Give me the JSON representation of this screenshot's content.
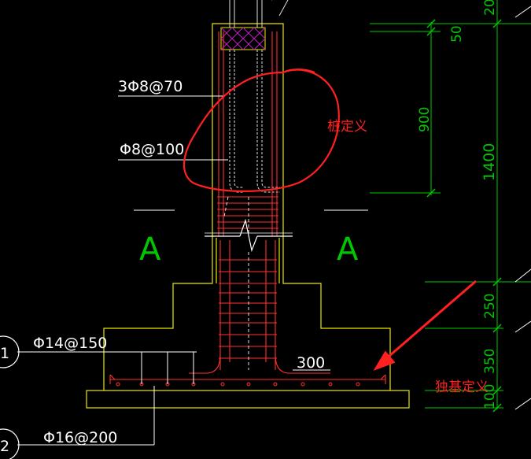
{
  "colors": {
    "background": "#000000",
    "concrete_outline": "#e8e800",
    "rebar": "#ff3030",
    "dimension": "#00c800",
    "annotation": "#ff2020",
    "leader": "#ffffff",
    "hatch": "#c020c0"
  },
  "rebar_labels": {
    "top_stirrup": "3Φ8@70",
    "stirrup": "Φ8@100",
    "base_bottom_x": "Φ14@150",
    "base_bottom_y": "Φ16@200",
    "hook_length": "300"
  },
  "section_marks": {
    "left": "A",
    "right": "A"
  },
  "detail_tags": {
    "tag_1": "1",
    "tag_2": "2"
  },
  "dimensions": {
    "top_20": "20",
    "top_50": "50",
    "col_900": "900",
    "col_1400": "1400",
    "step_250": "250",
    "base_350": "350",
    "pad_100": "100"
  },
  "annotations": {
    "pile_definition": "桩定义",
    "isolated_footing_definition": "独基定义"
  }
}
